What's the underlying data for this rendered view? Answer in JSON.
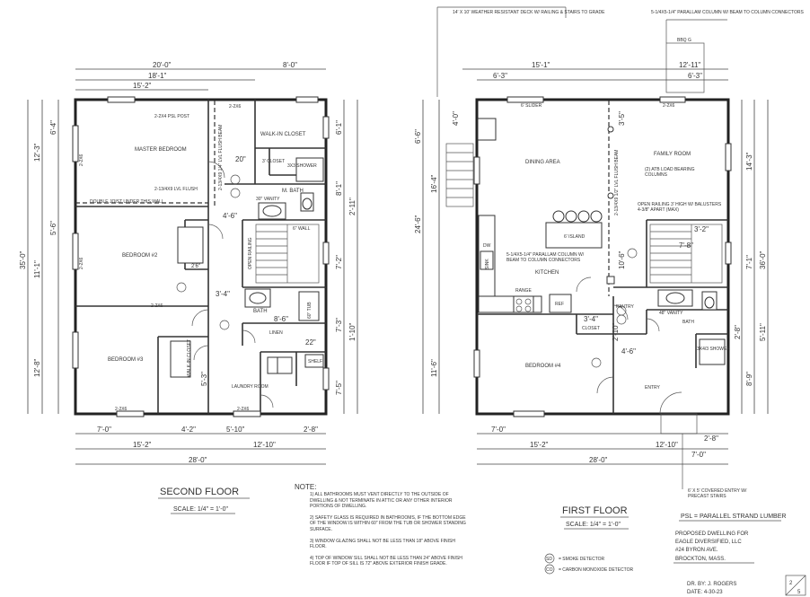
{
  "second_floor": {
    "title": "SECOND FLOOR",
    "scale": "SCALE: 1/4\" = 1'-0\"",
    "top_dims": [
      "20'-0\"",
      "8'-0\"",
      "18'-1\"",
      "15'-2\""
    ],
    "bottom_dims": [
      "7'-0\"",
      "4'-2\"",
      "5'-10\"",
      "2'-8\"",
      "15'-2\"",
      "12'-10\"",
      "28'-0\""
    ],
    "left_dims": [
      "35'-0\"",
      "12'-3\"",
      "6'-4\"",
      "11'-1\"",
      "5'-6\"",
      "12'-8\""
    ],
    "right_dims": [
      "6'-1\"",
      "8'-1\"",
      "2'-11\"",
      "7'-2\"",
      "7'-3\"",
      "1'-10\"",
      "7'-5\""
    ],
    "rooms": {
      "master": "MASTER BEDROOM",
      "bed2": "BEDROOM #2",
      "bed3": "BEDROOM #3",
      "walkin": "WALK-IN CLOSET",
      "shower": "3X3 SHOWER",
      "mbath": "M. BATH",
      "laundry": "LAUNDRY ROOM",
      "bath": "BATH"
    },
    "labels": {
      "post": "2-2X4 PSL POST",
      "beam1": "2-13/4X9 1/4\" LVL FLUSH BEAM",
      "beam2": "2-13/4X9 LVL FLUSH",
      "joist": "DOUBLE JOIST UNDER THIS WALL",
      "vanity": "30\" VANITY",
      "hdr1": "2-2X6",
      "hdr2": "2-2X6",
      "hdr3": "2-2X6",
      "hdr4": "2-2X6",
      "hdr5": "2-2X6",
      "hdr6": "2-2X6",
      "stair_wall": "6\" WALL",
      "stair_down": "OPEN RAILING",
      "closet": "3' CLOSET",
      "cl2": "2'6\"",
      "d46": "4'-6\"",
      "d34": "3'-4\"",
      "d86": "8'-6\"",
      "d22": "22\"",
      "d20": "20\"",
      "d53": "5'-3\"",
      "shelf": "SHELF",
      "walkin2": "WALK-IN CLOSET",
      "linen": "LINEN",
      "d60": "60\" TUB"
    }
  },
  "first_floor": {
    "title": "FIRST FLOOR",
    "scale": "SCALE: 1/4\" = 1'-0\"",
    "deck": "14' X 10' WEATHER RESISTANT DECK W/ RAILING & STAIRS TO GRADE",
    "col_note": "5-1/4X5-1/4\" PARALLAM COLUMN W/ BEAM TO COLUMN CONNECTORS",
    "bbq": "BBQ G",
    "top_dims": [
      "15'-1\"",
      "12'-11\"",
      "6'-3\"",
      "6'-3\""
    ],
    "bottom_dims": [
      "7'-0\"",
      "15'-2\"",
      "12'-10\"",
      "28'-0\"",
      "2'-8\"",
      "7'-0\""
    ],
    "left_dims": [
      "6'-6\"",
      "4'-0\"",
      "24'-6\"",
      "16'-4\"",
      "11'-6\""
    ],
    "right_dims": [
      "36'-0\"",
      "14'-3\"",
      "3'-5\"",
      "10'-6\"",
      "7'-1\"",
      "5'-11\"",
      "2'-8\"",
      "8'-9\""
    ],
    "rooms": {
      "dining": "DINING AREA",
      "family": "FAMILY ROOM",
      "kitchen": "KITCHEN",
      "bed4": "BEDROOM #4",
      "entry": "ENTRY",
      "pantry": "PANTRY",
      "shower": "3X4/3 SHOWER",
      "bath": "BATH",
      "closet": "CLOSET"
    },
    "labels": {
      "slider": "6' SLIDER",
      "hdr1": "2-2X6",
      "bearing": "(2) ATB LOAD BEARING COLUMNS",
      "beam": "2-13/4X9 1/2\" LVL FLUSH BEAM",
      "railing": "OPEN RAILING 3' HIGH W/ BALUSTERS 4-3/8\" APART (MAX)",
      "island": "6' ISLAND",
      "col2": "5-1/4X5-1/4\" PARALLAM COLUMN W/ BEAM TO COLUMN CONNECTORS",
      "range": "RANGE",
      "ref": "REF",
      "dw": "DW",
      "sink": "SINK",
      "vanity": "48\" VANITY",
      "d32": "3'-2\"",
      "d78": "7'-8\"",
      "d34": "3'-4\"",
      "d46": "4'-6\"",
      "d210": "2'-10\"",
      "covered": "6' X 5' COVERED ENTRY W/ PRECAST STAIRS",
      "psl": "PSL = PARALLEL STRAND LUMBER"
    }
  },
  "notes": {
    "heading": "NOTE:",
    "items": [
      "1) ALL BATHROOMS MUST VENT DIRECTLY TO THE OUTSIDE OF DWELLING & NOT TERMINATE IN ATTIC OR ANY OTHER INTERIOR PORTIONS OF DWELLING.",
      "2) SAFETY GLASS IS REQUIRED IN BATHROOMS, IF THE BOTTOM EDGE OF THE WINDOW IS WITHIN 60\" FROM THE TUB OR SHOWER STANDING SURFACE.",
      "3) WINDOW GLAZING SHALL NOT BE LESS THAN 18\" ABOVE FINISH FLOOR.",
      "4) TOP OF WINDOW SILL SHALL NOT BE LESS THAN 24\" ABOVE FINISH FLOOR IF TOP OF SILL IS 72\" ABOVE EXTERIOR FINISH GRADE."
    ]
  },
  "legend": {
    "smoke_symbol": "SD",
    "smoke_label": "= SMOKE DETECTOR",
    "co_symbol": "CO",
    "co_label": "= CARBON MONOXIDE DETECTOR"
  },
  "title_block": {
    "line1": "PROPOSED DWELLING FOR",
    "line2": "EAGLE DIVERSIFIED, LLC",
    "line3": "#24 BYRON AVE.",
    "line4": "BROCKTON, MASS.",
    "drawn_by": "DR. BY: J. ROGERS",
    "date": "DATE: 4-30-23",
    "sheet": "2",
    "sheets": "5"
  }
}
